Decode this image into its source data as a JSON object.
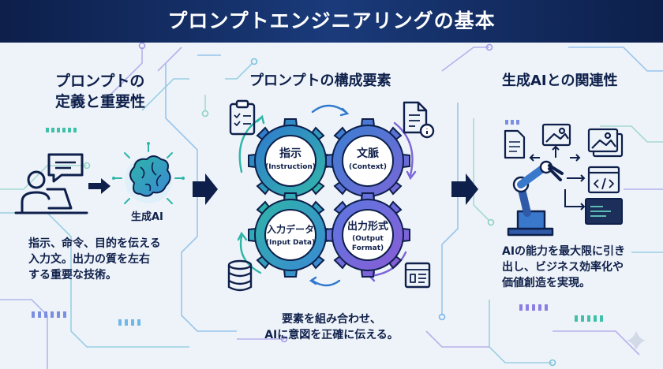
{
  "title": "プロンプトエンジニアリングの基本",
  "left": {
    "heading_line1": "プロンプトの",
    "heading_line2": "定義と重要性",
    "brain_label": "生成AI",
    "desc_line1": "指示、命令、目的を伝える",
    "desc_line2": "入力文。出力の質を左右",
    "desc_line3": "する重要な技術。"
  },
  "center": {
    "heading": "プロンプトの構成要素",
    "gears": [
      {
        "label": "指示",
        "sub": "(Instruction)",
        "color": "#3f8fd6"
      },
      {
        "label": "文脈",
        "sub": "(Context)",
        "color": "#3a7fd0"
      },
      {
        "label": "入力データ",
        "sub": "(Input Data)",
        "color": "#33b2a6"
      },
      {
        "label": "出力形式",
        "sub1": "(Output",
        "sub2": "Format)",
        "color": "#6a62d8"
      }
    ],
    "caption_line1": "要素を組み合わせ、",
    "caption_line2": "AIに意図を正確に伝える。"
  },
  "right": {
    "heading": "生成AIとの関連性",
    "desc_line1": "AIの能力を最大限に引き",
    "desc_line2": "出し、ビジネス効率化や",
    "desc_line3": "価値創造を実現。"
  },
  "colors": {
    "navy": "#0d1f4a",
    "teal": "#2fb5a8",
    "purple": "#7a66d8",
    "blue": "#2f78cf"
  }
}
